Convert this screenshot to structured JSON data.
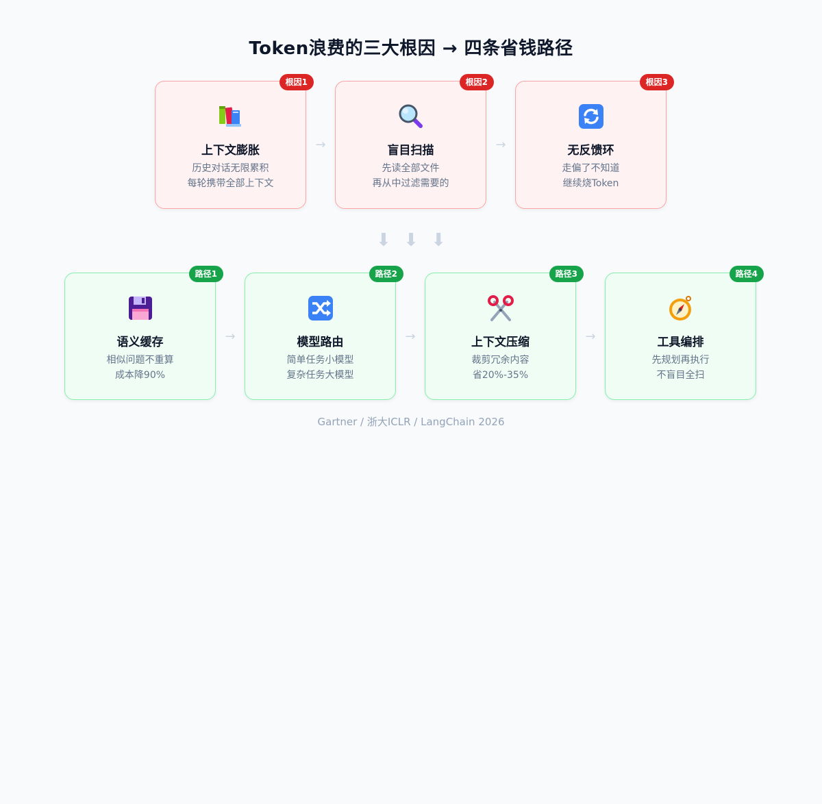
{
  "title": "Token浪费的三大根因 → 四条省钱路径",
  "causes": [
    {
      "badge": "根因1",
      "icon": "books-icon",
      "title": "上下文膨胀",
      "line1": "历史对话无限累积",
      "line2": "每轮携带全部上下文"
    },
    {
      "badge": "根因2",
      "icon": "magnifier-icon",
      "title": "盲目扫描",
      "line1": "先读全部文件",
      "line2": "再从中过滤需要的"
    },
    {
      "badge": "根因3",
      "icon": "refresh-icon",
      "title": "无反馈环",
      "line1": "走偏了不知道",
      "line2": "继续烧Token"
    }
  ],
  "paths": [
    {
      "badge": "路径1",
      "icon": "floppy-disk-icon",
      "title": "语义缓存",
      "line1": "相似问题不重算",
      "line2": "成本降90%"
    },
    {
      "badge": "路径2",
      "icon": "shuffle-icon",
      "title": "模型路由",
      "line1": "简单任务小模型",
      "line2": "复杂任务大模型"
    },
    {
      "badge": "路径3",
      "icon": "scissors-icon",
      "title": "上下文压缩",
      "line1": "裁剪冗余内容",
      "line2": "省20%-35%"
    },
    {
      "badge": "路径4",
      "icon": "compass-icon",
      "title": "工具编排",
      "line1": "先规划再执行",
      "line2": "不盲目全扫"
    }
  ],
  "arrow_right": "→",
  "arrow_down": "⬇",
  "source": "Gartner / 浙大ICLR / LangChain 2026",
  "colors": {
    "cause_accent": "#dc2626",
    "cause_bg": "#fef2f2",
    "cause_border": "#fca5a5",
    "path_accent": "#16a34a",
    "path_bg": "#f0fdf4",
    "path_border": "#86efac"
  }
}
